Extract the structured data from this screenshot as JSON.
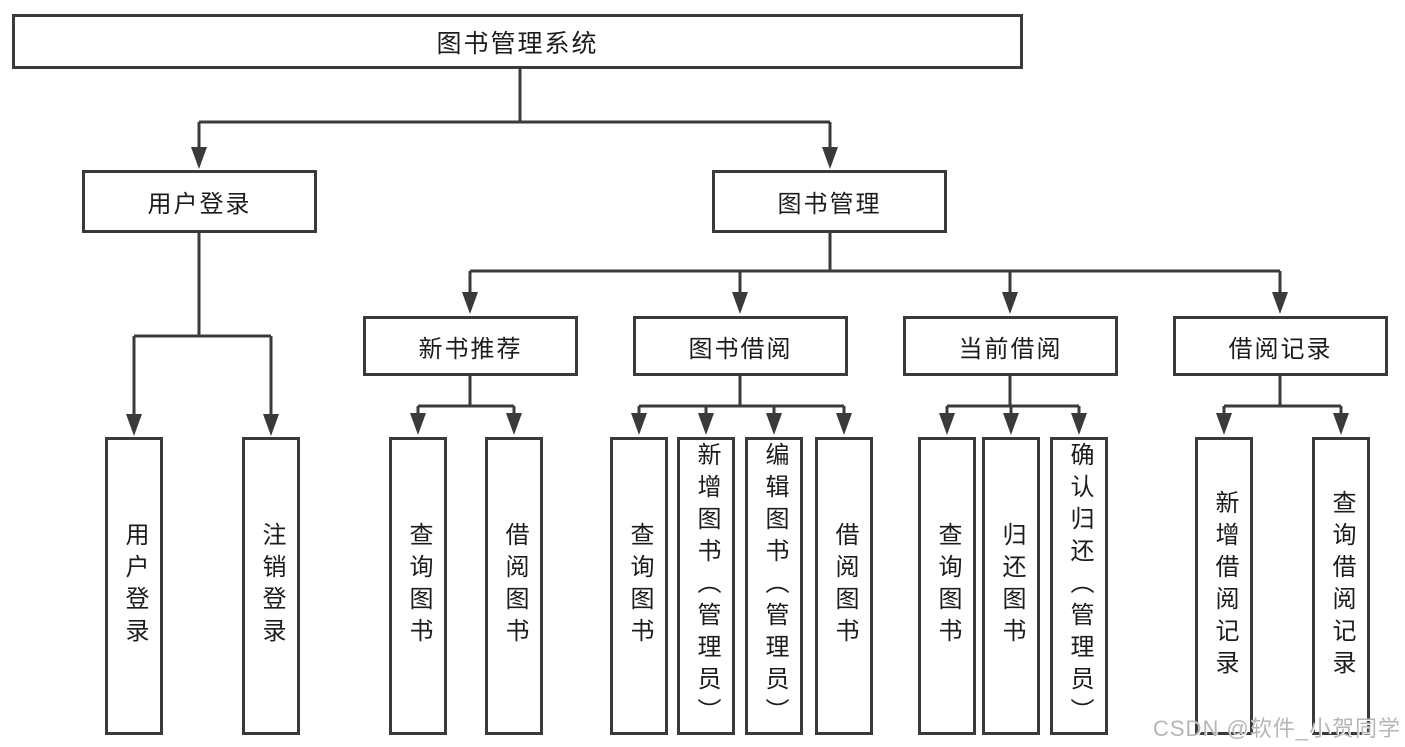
{
  "diagram": {
    "root_label": "图书管理系统",
    "level2": [
      {
        "label": "用户登录"
      },
      {
        "label": "图书管理"
      }
    ],
    "level3": [
      {
        "label": "新书推荐"
      },
      {
        "label": "图书借阅"
      },
      {
        "label": "当前借阅"
      },
      {
        "label": "借阅记录"
      }
    ],
    "leaves": {
      "user_login": [
        {
          "label": "用户登录"
        },
        {
          "label": "注销登录"
        }
      ],
      "new_books": [
        {
          "label": "查询图书"
        },
        {
          "label": "借阅图书"
        }
      ],
      "book_borrow": [
        {
          "label": "查询图书"
        },
        {
          "label": "新增图书（管理员）"
        },
        {
          "label": "编辑图书（管理员）"
        },
        {
          "label": "借阅图书"
        }
      ],
      "current_borrow": [
        {
          "label": "查询图书"
        },
        {
          "label": "归还图书"
        },
        {
          "label": "确认归还（管理员）"
        }
      ],
      "borrow_records": [
        {
          "label": "新增借阅记录"
        },
        {
          "label": "查询借阅记录"
        }
      ]
    },
    "watermark": "CSDN @软件_小贺同学",
    "colors": {
      "line": "#3a3a3a",
      "box_border": "#3a3a3a",
      "text": "#1c1c1c",
      "watermark": "#b6b6b6",
      "background": "#ffffff"
    }
  }
}
